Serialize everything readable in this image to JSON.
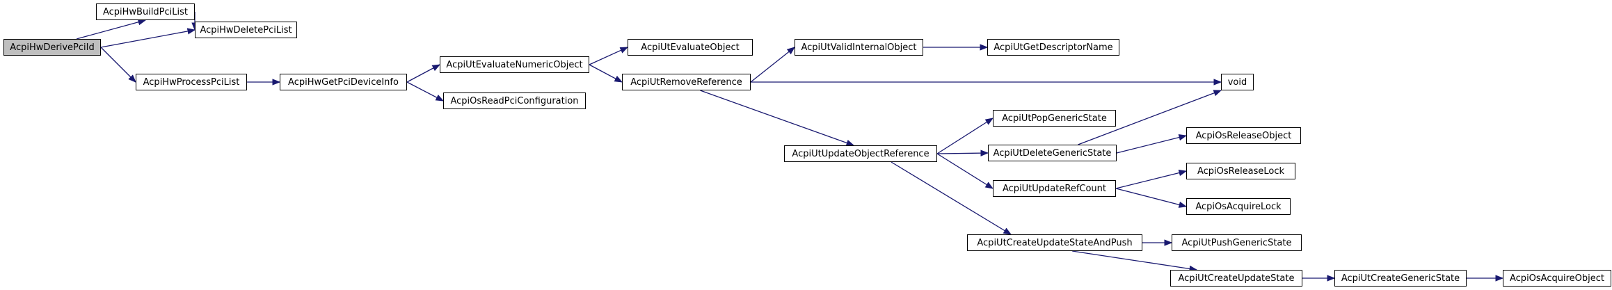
{
  "nodes": [
    {
      "id": "AcpiHwDerivePciId",
      "label": "AcpiHwDerivePciId",
      "highlighted": true
    },
    {
      "id": "AcpiHwBuildPciList",
      "label": "AcpiHwBuildPciList"
    },
    {
      "id": "AcpiHwDeletePciList",
      "label": "AcpiHwDeletePciList"
    },
    {
      "id": "AcpiHwProcessPciList",
      "label": "AcpiHwProcessPciList"
    },
    {
      "id": "AcpiHwGetPciDeviceInfo",
      "label": "AcpiHwGetPciDeviceInfo"
    },
    {
      "id": "AcpiUtEvaluateNumericObject",
      "label": "AcpiUtEvaluateNumericObject"
    },
    {
      "id": "AcpiOsReadPciConfiguration",
      "label": "AcpiOsReadPciConfiguration"
    },
    {
      "id": "AcpiUtEvaluateObject",
      "label": "AcpiUtEvaluateObject"
    },
    {
      "id": "AcpiUtRemoveReference",
      "label": "AcpiUtRemoveReference"
    },
    {
      "id": "AcpiUtValidInternalObject",
      "label": "AcpiUtValidInternalObject"
    },
    {
      "id": "AcpiUtGetDescriptorName",
      "label": "AcpiUtGetDescriptorName"
    },
    {
      "id": "void",
      "label": "void"
    },
    {
      "id": "AcpiUtUpdateObjectReference",
      "label": "AcpiUtUpdateObjectReference"
    },
    {
      "id": "AcpiUtPopGenericState",
      "label": "AcpiUtPopGenericState"
    },
    {
      "id": "AcpiUtDeleteGenericState",
      "label": "AcpiUtDeleteGenericState"
    },
    {
      "id": "AcpiOsReleaseObject",
      "label": "AcpiOsReleaseObject"
    },
    {
      "id": "AcpiUtUpdateRefCount",
      "label": "AcpiUtUpdateRefCount"
    },
    {
      "id": "AcpiOsReleaseLock",
      "label": "AcpiOsReleaseLock"
    },
    {
      "id": "AcpiOsAcquireLock",
      "label": "AcpiOsAcquireLock"
    },
    {
      "id": "AcpiUtCreateUpdateStateAndPush",
      "label": "AcpiUtCreateUpdateStateAndPush"
    },
    {
      "id": "AcpiUtPushGenericState",
      "label": "AcpiUtPushGenericState"
    },
    {
      "id": "AcpiUtCreateUpdateState",
      "label": "AcpiUtCreateUpdateState"
    },
    {
      "id": "AcpiUtCreateGenericState",
      "label": "AcpiUtCreateGenericState"
    },
    {
      "id": "AcpiOsAcquireObject",
      "label": "AcpiOsAcquireObject"
    }
  ],
  "edges": [
    [
      "AcpiHwDerivePciId",
      "AcpiHwBuildPciList"
    ],
    [
      "AcpiHwDerivePciId",
      "AcpiHwDeletePciList"
    ],
    [
      "AcpiHwDerivePciId",
      "AcpiHwProcessPciList"
    ],
    [
      "AcpiHwBuildPciList",
      "AcpiHwDeletePciList"
    ],
    [
      "AcpiHwProcessPciList",
      "AcpiHwGetPciDeviceInfo"
    ],
    [
      "AcpiHwGetPciDeviceInfo",
      "AcpiUtEvaluateNumericObject"
    ],
    [
      "AcpiHwGetPciDeviceInfo",
      "AcpiOsReadPciConfiguration"
    ],
    [
      "AcpiUtEvaluateNumericObject",
      "AcpiUtEvaluateObject"
    ],
    [
      "AcpiUtEvaluateNumericObject",
      "AcpiUtRemoveReference"
    ],
    [
      "AcpiUtRemoveReference",
      "AcpiUtValidInternalObject"
    ],
    [
      "AcpiUtRemoveReference",
      "void"
    ],
    [
      "AcpiUtRemoveReference",
      "AcpiUtUpdateObjectReference"
    ],
    [
      "AcpiUtValidInternalObject",
      "AcpiUtGetDescriptorName"
    ],
    [
      "AcpiUtUpdateObjectReference",
      "AcpiUtPopGenericState"
    ],
    [
      "AcpiUtUpdateObjectReference",
      "AcpiUtDeleteGenericState"
    ],
    [
      "AcpiUtUpdateObjectReference",
      "AcpiUtUpdateRefCount"
    ],
    [
      "AcpiUtUpdateObjectReference",
      "AcpiUtCreateUpdateStateAndPush"
    ],
    [
      "AcpiUtDeleteGenericState",
      "void"
    ],
    [
      "AcpiUtDeleteGenericState",
      "AcpiOsReleaseObject"
    ],
    [
      "AcpiUtUpdateRefCount",
      "AcpiOsReleaseLock"
    ],
    [
      "AcpiUtUpdateRefCount",
      "AcpiOsAcquireLock"
    ],
    [
      "AcpiUtCreateUpdateStateAndPush",
      "AcpiUtPushGenericState"
    ],
    [
      "AcpiUtCreateUpdateStateAndPush",
      "AcpiUtCreateUpdateState"
    ],
    [
      "AcpiUtCreateUpdateState",
      "AcpiUtCreateGenericState"
    ],
    [
      "AcpiUtCreateGenericState",
      "AcpiOsAcquireObject"
    ]
  ],
  "colors": {
    "edge": "#191970",
    "highlight_fill": "#bfbfbf",
    "border": "#000000"
  }
}
